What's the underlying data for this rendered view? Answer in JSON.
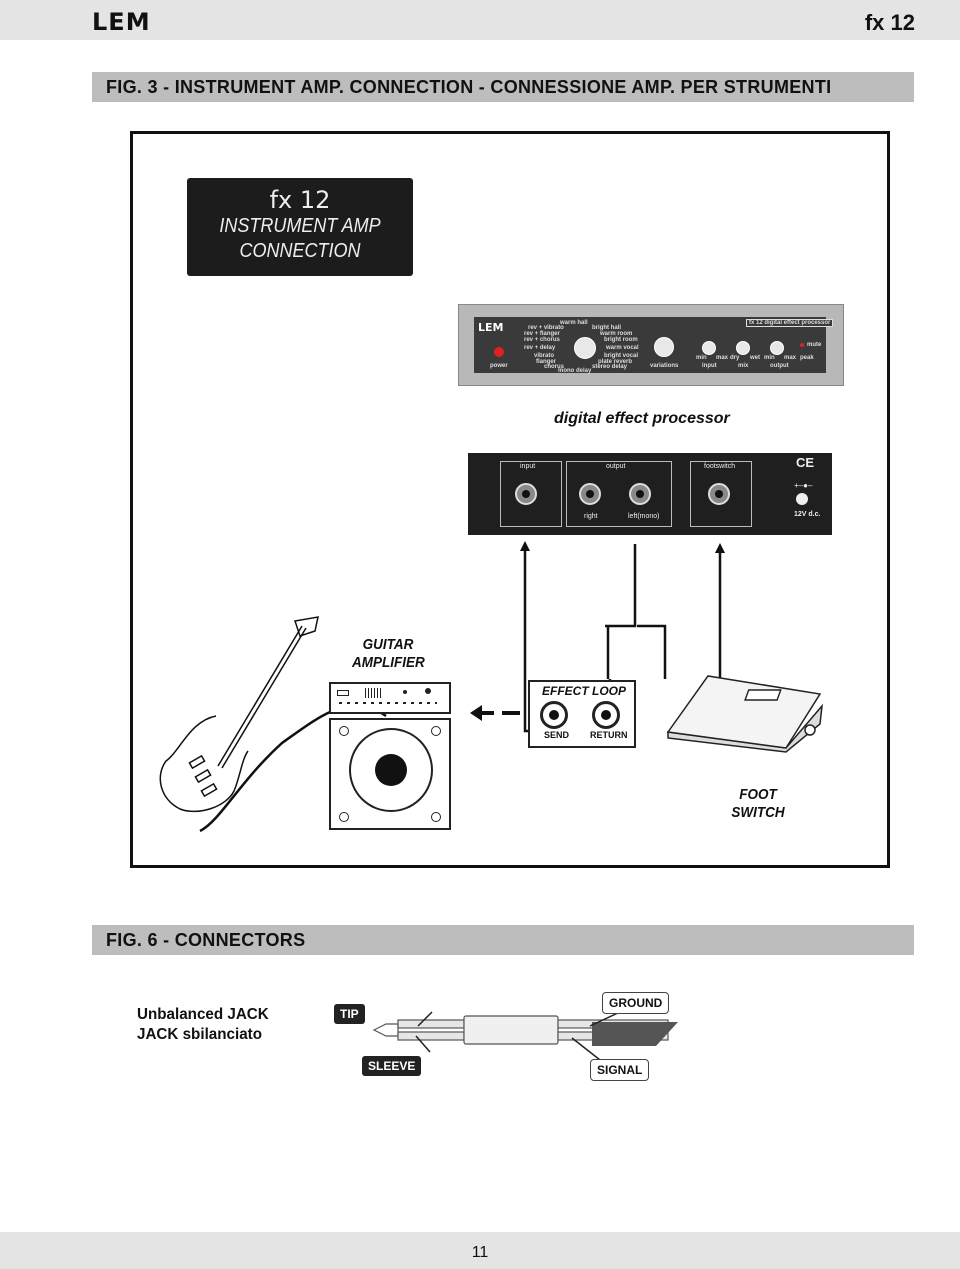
{
  "header": {
    "logo": "LEM",
    "model": "fx 12"
  },
  "fig3": {
    "heading": "FIG. 3 - INSTRUMENT AMP. CONNECTION - CONNESSIONE AMP. PER STRUMENTI",
    "title_box": {
      "line1": "fx 12",
      "line2": "INSTRUMENT AMP",
      "line3": "CONNECTION"
    },
    "front_panel": {
      "logo": "LEM",
      "badge": "fx 12 digital effect processor",
      "power": "power",
      "program_labels": [
        "rev + vibrato",
        "rev + flanger",
        "rev + chorus",
        "rev + delay",
        "vibrato",
        "flanger",
        "chorus",
        "mono delay",
        "warm hall",
        "bright hall",
        "warm room",
        "bright room",
        "warm vocal",
        "bright vocal",
        "plate reverb",
        "stereo delay"
      ],
      "variations": "variations",
      "input": "input",
      "mix": "mix",
      "output": "output",
      "mute": "mute",
      "peak": "peak",
      "min": "min",
      "max": "max",
      "dry": "dry",
      "wet": "wet"
    },
    "caption": "digital effect processor",
    "rear_panel": {
      "input": "input",
      "output": "output",
      "right": "right",
      "left": "left(mono)",
      "footswitch": "footswitch",
      "ce": "CE",
      "power": "12V d.c."
    },
    "guitar_amplifier": [
      "GUITAR",
      "AMPLIFIER"
    ],
    "effect_loop": {
      "title": "EFFECT LOOP",
      "send": "SEND",
      "return": "RETURN"
    },
    "foot_switch": [
      "FOOT",
      "SWITCH"
    ]
  },
  "fig6": {
    "heading": "FIG. 6 - CONNECTORS",
    "jack_label": [
      "Unbalanced JACK",
      "JACK sbilanciato"
    ],
    "tip": "TIP",
    "sleeve": "SLEEVE",
    "ground": "GROUND",
    "signal": "SIGNAL"
  },
  "footer": {
    "page": "11"
  }
}
